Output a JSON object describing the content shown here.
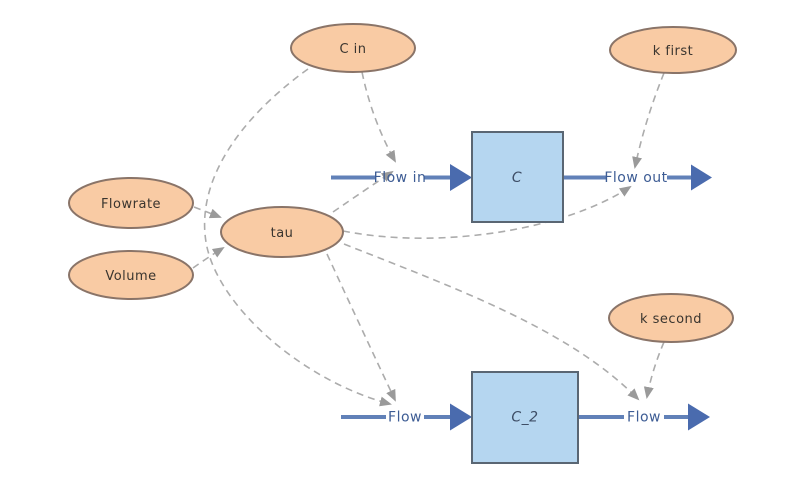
{
  "diagram": {
    "title_hint": "stock and flow model",
    "variables": [
      {
        "label": "C in"
      },
      {
        "label": "k first"
      },
      {
        "label": "Flowrate"
      },
      {
        "label": "Volume"
      },
      {
        "label": "tau"
      },
      {
        "label": "k second"
      }
    ],
    "stocks": [
      {
        "label": "C"
      },
      {
        "label": "C_2"
      }
    ],
    "flows": [
      {
        "label": "Flow in"
      },
      {
        "label": "Flow out"
      },
      {
        "label": "Flow"
      },
      {
        "label": "Flow"
      }
    ],
    "connectors": [
      {
        "from": "Flowrate",
        "to": "tau"
      },
      {
        "from": "Volume",
        "to": "tau"
      },
      {
        "from": "C in",
        "to": "Flow in"
      },
      {
        "from": "C in",
        "to": "Flow (C_2 inflow)"
      },
      {
        "from": "tau",
        "to": "Flow in"
      },
      {
        "from": "tau",
        "to": "Flow out"
      },
      {
        "from": "tau",
        "to": "Flow (C_2 inflow)"
      },
      {
        "from": "tau",
        "to": "Flow (C_2 outflow)"
      },
      {
        "from": "k first",
        "to": "Flow out"
      },
      {
        "from": "k second",
        "to": "Flow (C_2 outflow)"
      }
    ],
    "colors": {
      "background": "#FFFFFF",
      "variable_fill": "#F9CBA4",
      "variable_border": "#8A7468",
      "stock_fill": "#B5D6F0",
      "stock_border": "#5A6673",
      "flow_line": "#6181B8",
      "flow_arrowhead": "#4A6BAE",
      "flow_label_text": "#3D5C94",
      "connector": "#ACACAC",
      "connector_arrowhead": "#9A9A9A",
      "variable_text": "#3A352F",
      "stock_text": "#3E4E66"
    }
  }
}
